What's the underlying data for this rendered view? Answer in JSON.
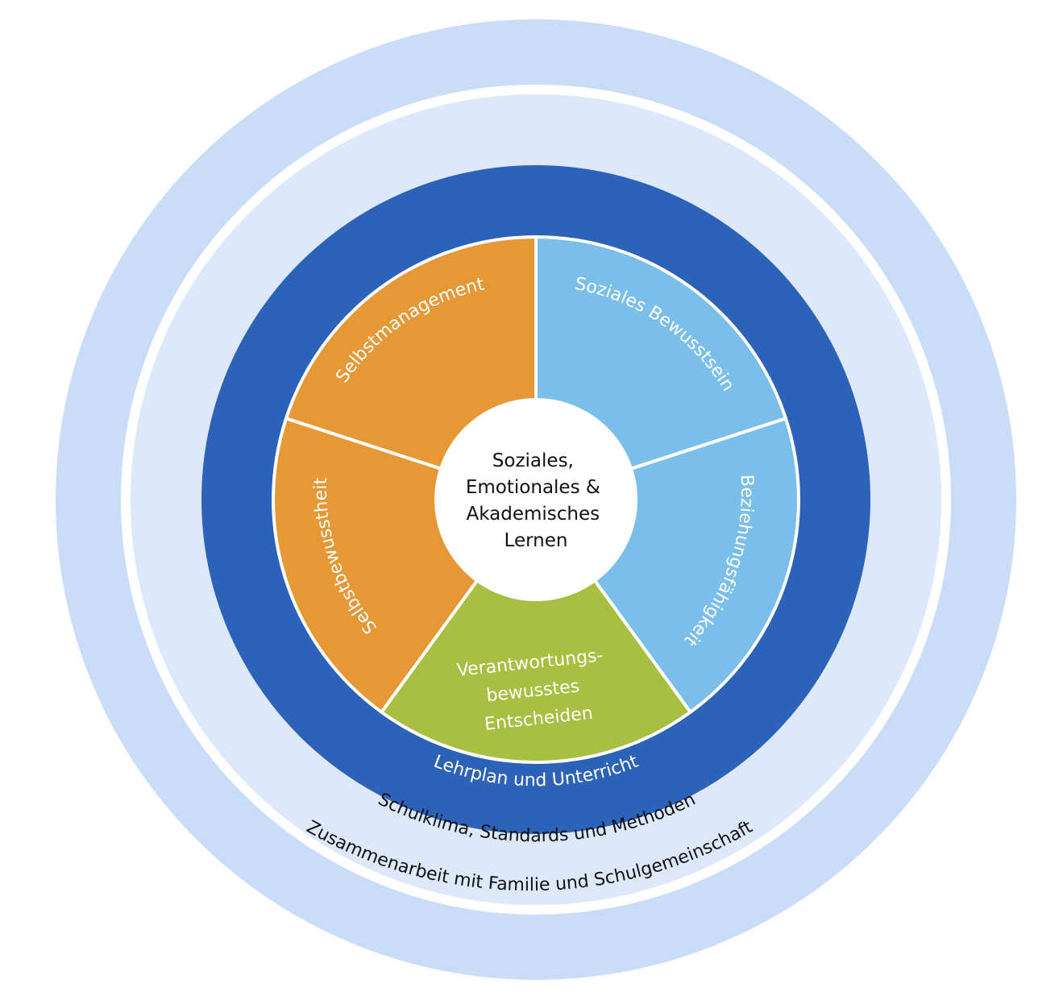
{
  "colors": {
    "outer_ring": "#c9ddf9",
    "middle_ring": "#dde9fb",
    "inner_ring": "#2c63b8",
    "orange": "#e59835",
    "light_blue": "#7abfea",
    "green": "#a9bf42",
    "center": "#ffffff",
    "separator": "#ffffff"
  },
  "rings": {
    "outer": "Zusammenarbeit mit Familie und Schulgemeinschaft",
    "middle": "Schulklima, Standards und Methoden",
    "inner": "Lehrplan und Unterricht"
  },
  "segments": [
    {
      "key": "selbstmanagement",
      "label": "Selbstmanagement",
      "color": "orange"
    },
    {
      "key": "soziales-bewusstsein",
      "label": "Soziales Bewusstsein",
      "color": "light_blue"
    },
    {
      "key": "beziehungsfaehigkeit",
      "label": "Beziehungsfähigkeit",
      "color": "light_blue"
    },
    {
      "key": "verantwortung",
      "label_lines": [
        "Verantwortungs-",
        "bewusstes",
        "Entscheiden"
      ],
      "color": "green"
    },
    {
      "key": "selbstbewusstheit",
      "label": "Selbstbewusstheit",
      "color": "orange"
    }
  ],
  "center": {
    "lines": [
      "Soziales,",
      "Emotionales &",
      "Akademisches",
      "Lernen"
    ]
  }
}
